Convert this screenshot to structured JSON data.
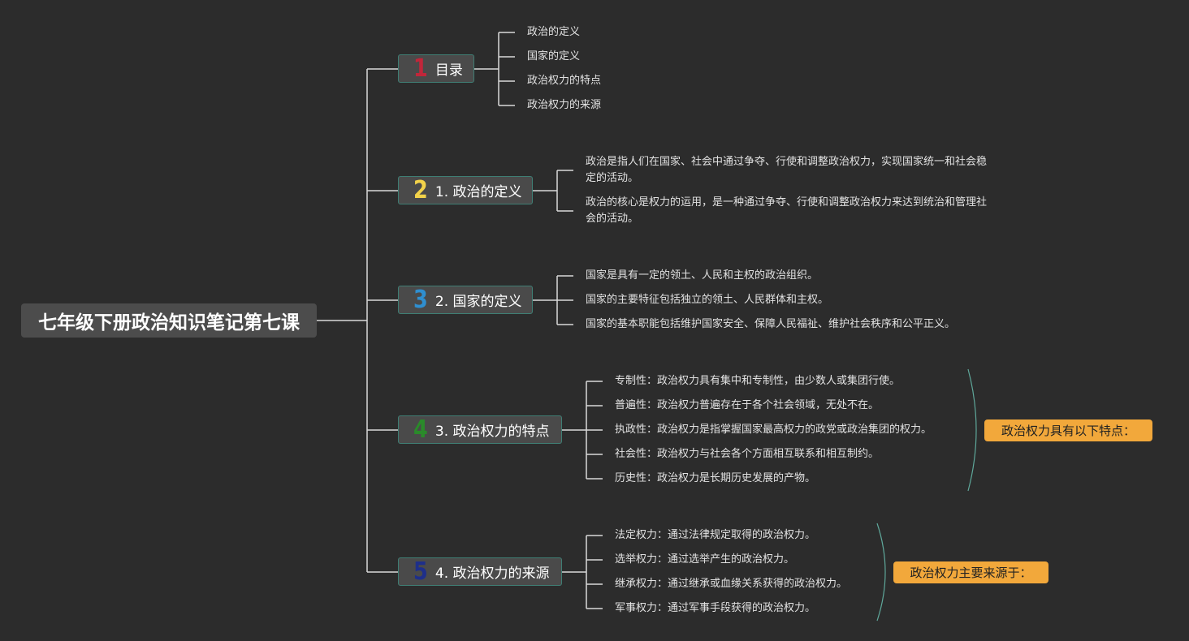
{
  "root": {
    "title": "七年级下册政治知识笔记第七课"
  },
  "branches": [
    {
      "id": "toc",
      "num": "1",
      "num_color": "#c0263a",
      "label": "目录",
      "leaves": [
        "政治的定义",
        "国家的定义",
        "政治权力的特点",
        "政治权力的来源"
      ]
    },
    {
      "id": "def-politics",
      "num": "2",
      "num_color": "#f2d24a",
      "label": "1. 政治的定义",
      "leaves": [
        "政治是指人们在国家、社会中通过争夺、行使和调整政治权力，实现国家统一和社会稳定的活动。",
        "政治的核心是权力的运用，是一种通过争夺、行使和调整政治权力来达到统治和管理社会的活动。"
      ]
    },
    {
      "id": "def-state",
      "num": "3",
      "num_color": "#2f8fd0",
      "label": "2. 国家的定义",
      "leaves": [
        "国家是具有一定的领土、人民和主权的政治组织。",
        "国家的主要特征包括独立的领土、人民群体和主权。",
        "国家的基本职能包括维护国家安全、保障人民福祉、维护社会秩序和公平正义。"
      ]
    },
    {
      "id": "features",
      "num": "4",
      "num_color": "#2a8a2a",
      "label": "3. 政治权力的特点",
      "leaves": [
        "专制性：政治权力具有集中和专制性，由少数人或集团行使。",
        "普遍性：政治权力普遍存在于各个社会领域，无处不在。",
        "执政性：政治权力是指掌握国家最高权力的政党或政治集团的权力。",
        "社会性：政治权力与社会各个方面相互联系和相互制约。",
        "历史性：政治权力是长期历史发展的产物。"
      ],
      "summary": "政治权力具有以下特点："
    },
    {
      "id": "sources",
      "num": "5",
      "num_color": "#1e2f8a",
      "label": "4. 政治权力的来源",
      "leaves": [
        "法定权力：通过法律规定取得的政治权力。",
        "选举权力：通过选举产生的政治权力。",
        "继承权力：通过继承或血缘关系获得的政治权力。",
        "军事权力：通过军事手段获得的政治权力。"
      ],
      "summary": "政治权力主要来源于："
    }
  ],
  "colors": {
    "background": "#2c2c2c",
    "connector": "#d9d9d9",
    "summary_brace": "#5fa89b",
    "summary_fill": "#f2a83b"
  }
}
